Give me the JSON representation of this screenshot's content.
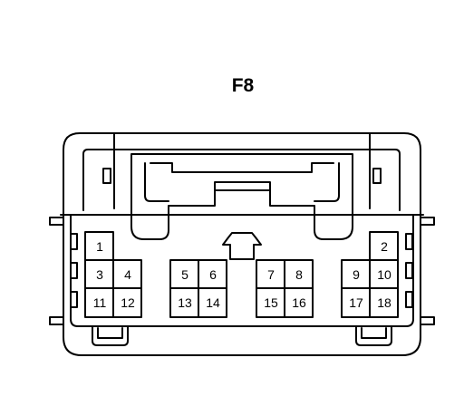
{
  "diagram": {
    "title": "F8",
    "line_color": "#000000",
    "background_color": "#ffffff",
    "pins": [
      "1",
      "2",
      "3",
      "4",
      "5",
      "6",
      "7",
      "8",
      "9",
      "10",
      "11",
      "12",
      "13",
      "14",
      "15",
      "16",
      "17",
      "18"
    ]
  }
}
